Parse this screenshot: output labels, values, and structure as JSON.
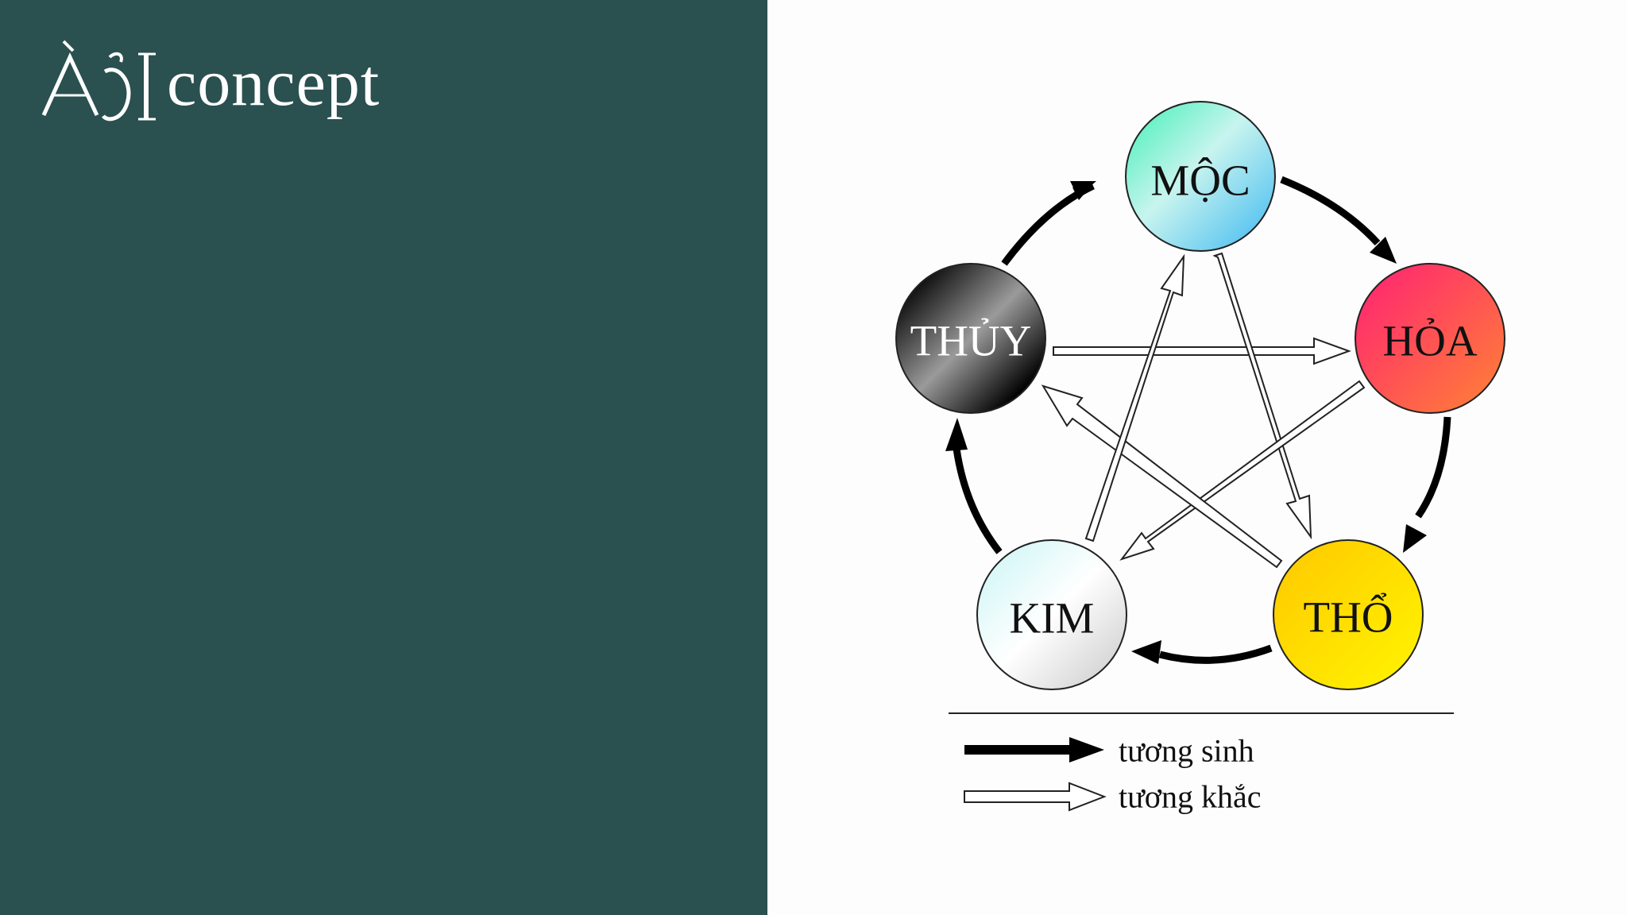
{
  "logo": {
    "mark": "ÀƠI",
    "text": "concept",
    "mark_icon": "aoi-logo-mark-icon"
  },
  "diagram": {
    "nodes": {
      "moc": {
        "label": "MỘC",
        "text_color": "#111111"
      },
      "hoa": {
        "label": "HỎA",
        "text_color": "#111111"
      },
      "tho": {
        "label": "THỔ",
        "text_color": "#111111"
      },
      "kim": {
        "label": "KIM",
        "text_color": "#111111"
      },
      "thuy": {
        "label": "THỦY",
        "text_color": "#ffffff"
      }
    },
    "legend": {
      "sinh_label": "tương sinh",
      "khac_label": "tương khắc"
    }
  },
  "colors": {
    "panel": "#2a5050",
    "background": "#fdfdfd",
    "moc": [
      "#3ef0b4",
      "#c8f4ef",
      "#3cb8f0"
    ],
    "hoa": [
      "#ff2a6e",
      "#ff7a3a"
    ],
    "tho": [
      "#ffcc00",
      "#fff100"
    ],
    "kim": [
      "#c8f4f4",
      "#ffffff",
      "#cfcfcf"
    ],
    "thuy": [
      "#000000",
      "#9a9a9a",
      "#000000"
    ]
  }
}
